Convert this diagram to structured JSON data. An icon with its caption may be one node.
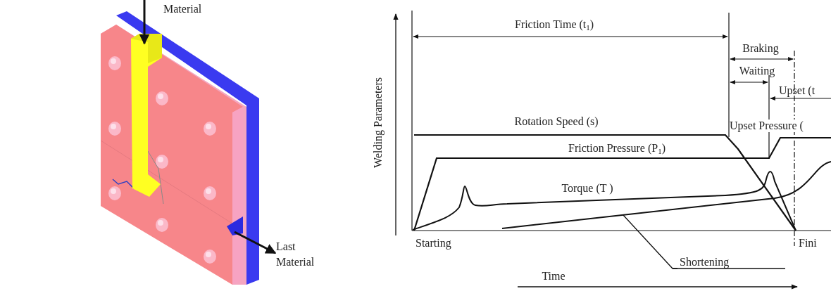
{
  "diagram": {
    "nodes": [
      {
        "text": [
          "Material"
        ]
      },
      {
        "text": [
          "Last Material"
        ]
      },
      {
        "text": [
          "Shortening"
        ]
      },
      {
        "text": [],
        "shape": "bar"
      },
      {
        "text": [],
        "shape": "triangle"
      },
      {
        "text": [],
        "shape": "line"
      }
    ],
    "edges": [
      {
        "from": 0,
        "to": 3,
        "arrow": "to"
      },
      {
        "from": 4,
        "to": 1,
        "arrow": "to"
      },
      {
        "from": 2,
        "to": 5,
        "arrow": "none"
      }
    ],
    "labels": [
      "Friction Time (t$_{1}$)",
      "Braking",
      "Waiting",
      "Upset (t",
      "Rotation Speed (s)",
      "Upset Pressure (",
      "Friction Pressure (P$_{1}$)",
      "Welding Parameters",
      "Torque (T )",
      "Starting",
      "Fini",
      "Time"
    ]
  }
}
